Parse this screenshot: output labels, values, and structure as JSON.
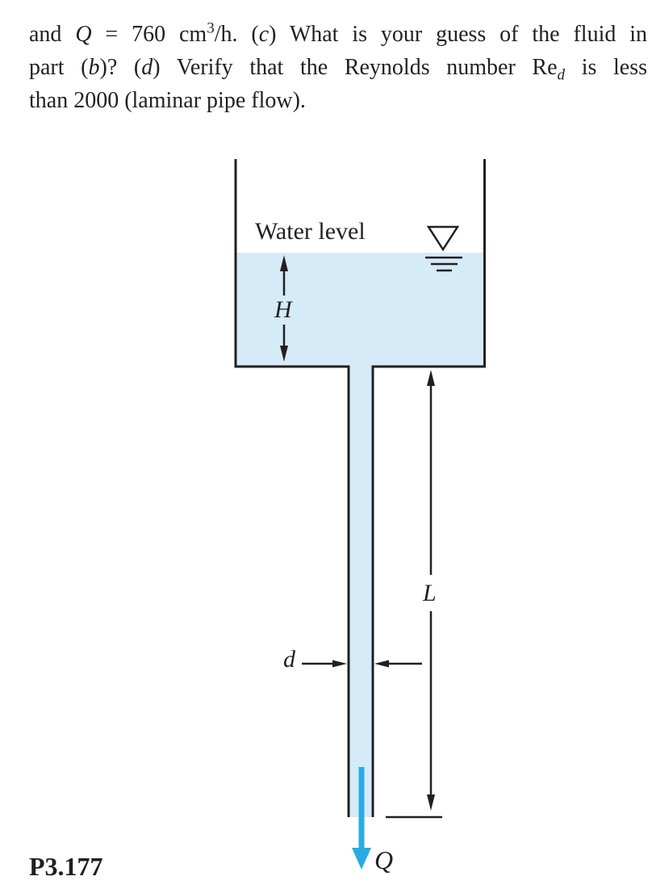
{
  "problem": {
    "line1": [
      "and ",
      "Q",
      " = 760 cm",
      "3",
      "/h. (",
      "c",
      ") What is your guess of the fluid in"
    ],
    "line2": [
      "part (",
      "b",
      ")? (",
      "d",
      ") Verify that the Reynolds number Re",
      "d",
      " is less"
    ],
    "line3": "than 2000 (laminar pipe flow)."
  },
  "figure": {
    "water_level_label": "Water level",
    "height_label": "H",
    "length_label": "L",
    "diameter_label": "d",
    "flow_label": "Q",
    "figure_number": "P3.177",
    "colors": {
      "water": "#d6ebf8",
      "ink": "#231f20",
      "flow_arrow": "#29abe2"
    }
  }
}
